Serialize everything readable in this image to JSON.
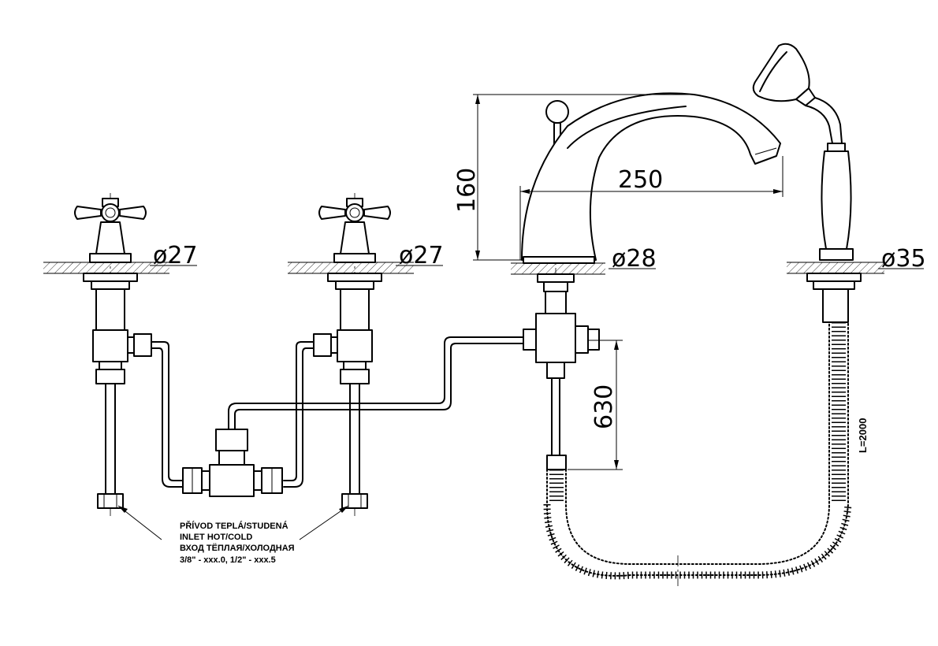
{
  "dimensions": {
    "valve_left_diameter": "ø27",
    "valve_right_diameter": "ø27",
    "spout_diameter": "ø28",
    "shower_diameter": "ø35",
    "spout_height": "160",
    "spout_reach": "250",
    "inlet_length": "630",
    "hose_length": "L=2000"
  },
  "note": {
    "line1": "PŘÍVOD TEPLÁ/STUDENÁ",
    "line2": "INLET HOT/COLD",
    "line3": "ВХОД ТЁПЛАЯ/ХОЛОДНАЯ",
    "line4": "3/8\" - xxx.0, 1/2\" - xxx.5"
  }
}
